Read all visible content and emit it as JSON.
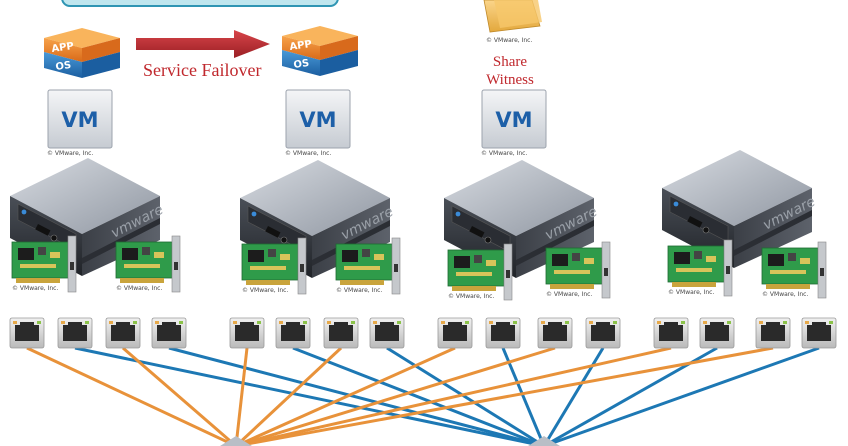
{
  "failover": {
    "label": "Service Failover"
  },
  "witness": {
    "label_line1": "Share",
    "label_line2": "Witness",
    "copyright": "© VMware, Inc."
  },
  "app_os": {
    "app": "APP",
    "os": "OS"
  },
  "vm_tiles": [
    {
      "label": "VM",
      "copyright": "© VMware, Inc."
    },
    {
      "label": "VM",
      "copyright": "© VMware, Inc."
    },
    {
      "label": "VM",
      "copyright": "© VMware, Inc."
    }
  ],
  "servers": [
    {
      "logo": "vmware",
      "nic_copyright": "© VMware, Inc."
    },
    {
      "logo": "vmware",
      "nic_copyright": "© VMware, Inc."
    },
    {
      "logo": "vmware",
      "nic_copyright": "© VMware, Inc."
    },
    {
      "logo": "vmware",
      "nic_copyright": "© VMware, Inc."
    }
  ],
  "colors": {
    "orange_link": "#e8923a",
    "blue_link": "#1d78b4",
    "arrow_red": "#b8282d",
    "label_red": "#c0282d"
  },
  "icons": [
    "app-os-cube-icon",
    "vm-icon",
    "server-icon",
    "nic-card-icon",
    "ethernet-port-icon",
    "folder-icon",
    "switch-icon",
    "arrow-icon"
  ]
}
